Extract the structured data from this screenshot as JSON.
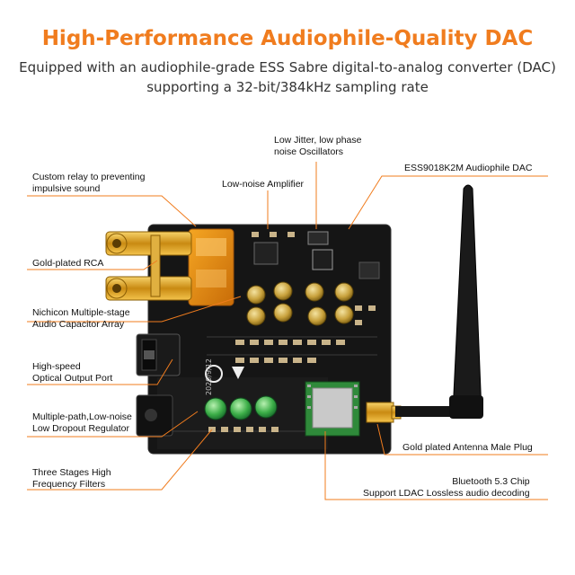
{
  "header": {
    "title": "High-Performance Audiophile-Quality DAC",
    "subtitle_line1": "Equipped with an audiophile-grade ESS Sabre digital-to-analog  converter (DAC)",
    "subtitle_line2": "supporting a 32-bit/384kHz sampling rate"
  },
  "labels": {
    "relay": "Custom relay to preventing\nimpulsive sound",
    "rca": "Gold-plated RCA",
    "capacitor": "Nichicon Multiple-stage\nAudio Capacitor Array",
    "optical": "High-speed\nOptical Output Port",
    "regulator": "Multiple-path,Low-noise\nLow Dropout Regulator",
    "filters": "Three Stages High\nFrequency Filters",
    "oscillator": "Low Jitter, low phase\nnoise Oscillators",
    "amplifier": "Low-noise Amplifier",
    "dac": "ESS9018K2M Audiophile DAC",
    "antenna": "Gold plated Antenna Male Plug",
    "bluetooth": "Bluetooth 5.3 Chip\nSupport LDAC Lossless audio decoding"
  },
  "board_print": {
    "date": "2020/9/12"
  },
  "colors": {
    "accent": "#f07c1e",
    "board": "#161616",
    "gold": "#d9a21b"
  }
}
